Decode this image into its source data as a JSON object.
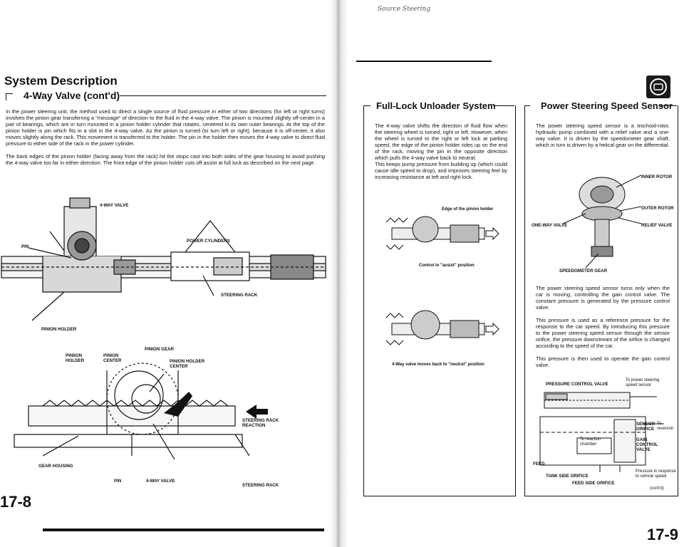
{
  "left_page": {
    "header_title": "System Description",
    "section_title": "4-Way Valve (cont'd)",
    "paragraph_1": "In the power steering unit, the method used to direct a single source of fluid pressure in either of two directions (for left or right turns) involves the pinion gear transferring a \"message\" of direction to the fluid in the 4-way valve. The pinion is mounted slightly off-center in a pair of bearings, which are in turn mounted in a pinion holder cylinder that rotates, centered in its own outer bearings. At the top of the pinion holder is pin which fits in a slot in the 4-way valve. As the pinion is turned (to turn left or right), because it is off-center, it also moves slightly along the rack. This movement is transferred to the holder. The pin in the holder then moves the 4-way valve to direct fluid pressure to either side of the rack in the power cylinder.",
    "paragraph_2": "The back edges of the pinion holder (facing away from the rack) hit the stops cast into both sides of the gear housing to avoid pushing the 4-way valve too far in either direction. The front edge of the pinion holder cuts off assist at full lock as described on the next page.",
    "fig1_labels": {
      "four_way_valve": "4-WAY VALVE",
      "pin": "PIN",
      "power_cylinders": "POWER CYLINDERS",
      "steering_rack": "STEERING RACK",
      "pinion_holder": "PINION HOLDER"
    },
    "fig2_labels": {
      "pinion_gear": "PINION GEAR",
      "pinion_holder": "PINIION\nHOLDER",
      "pinion_center": "PINION\nCENTER",
      "pinion_holder_center": "PINION HOLDER\nCENTER",
      "steering_rack_reaction": "STEERING RACK\nREACTION",
      "gear_housing": "GEAR HOUSING",
      "pin": "PIN",
      "four_way_valve": "4-WAY VALVE",
      "steering_rack": "STEERING RACK"
    },
    "page_number": "17-8"
  },
  "right_page": {
    "handwritten_note": "Source Steering",
    "unloader": {
      "title": "Full-Lock Unloader System",
      "body": "The 4-way valve shifts the direction of fluid flow when the steering wheel is turned, right or left. However, when the wheel is turned to the right or left lock at parking speed, the edge of the pinion holder rides up on the end of the rack, moving the pin in the opposite direction which pulls the 4-way valve back to neutral.\nThis keeps pump pressure from building up (which could cause idle speed to drop), and improves steering feel by increasing resistance at left and right lock.",
      "fig_top_label": "Edge of the pinion holder",
      "fig_top_caption": "Control in \"assist\" position",
      "fig_bottom_caption": "4-Way valve moves back to \"neutral\" position"
    },
    "speed_sensor": {
      "title": "Power Steering Speed Sensor",
      "intro": "The power steering speed sensor is a trochoid-rotor, hydraulic pump combined with a relief valve and a one-way valve. It is driven by the speedometer gear shaft, which in turn is driven by a helical gear on the differential.",
      "labels": {
        "inner_rotor": "INNER ROTOR",
        "outer_rotor": "OUTER ROTOR",
        "one_way_valve": "ONE-WAY VALVE",
        "relief_valve": "RELIEF VALVE",
        "speedometer_gear": "SPEEDOMETER GEAR"
      },
      "para_1": "The power steering speed sensor turns only when the car is moving, controlling the gain control valve. The constant pressure is generated by the pressure control valve.",
      "para_2": "This pressure is used as a reference pressure for the response to the car speed. By introducing this pressure to the power steering speed sensor through the sensor orifice, the pressure downstream of the orifice is changed according to the speed of the car.",
      "para_3": "This pressure is then used to operate the gain control valve.",
      "diagram": {
        "pressure_control_valve": "PRESSURE CONTROL VALVE",
        "to_power_steering": "To power steering\nspeed sensor",
        "sensor_orifice": "SENSOR\nORIFICE",
        "to_reservoir": "To\nreservoir",
        "to_reaction_chamber": "To reaction\nchamber",
        "gain_control_valve": "GAIN\nCONTROL\nVALVE",
        "feed": "FEED",
        "tank_side_orifice": "TANK SIDE ORIFICE",
        "pressure_response": "Pressure in response\nto vehicle speed",
        "feed_side_orifice": "FEED SIDE ORIFICE"
      },
      "contd": "(cont'd)"
    },
    "page_number": "17-9"
  }
}
